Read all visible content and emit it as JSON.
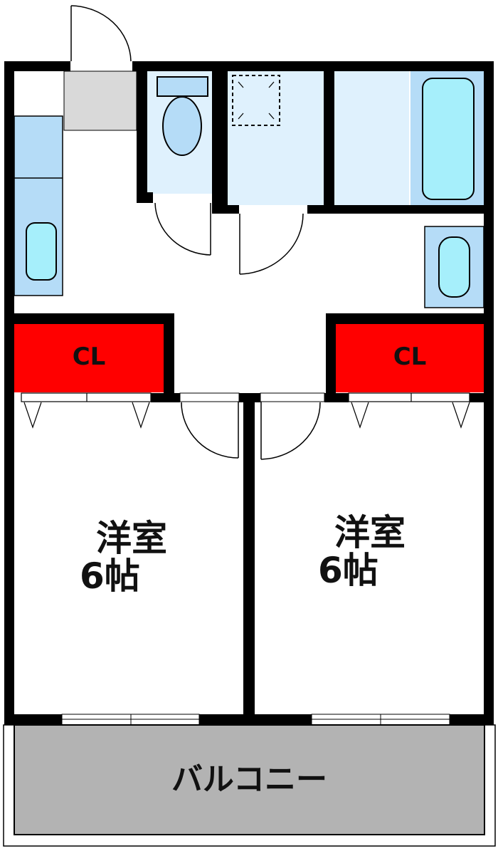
{
  "closets": [
    {
      "label": "CL"
    },
    {
      "label": "CL"
    }
  ],
  "rooms": [
    {
      "type": "洋室",
      "size": "6帖"
    },
    {
      "type": "洋室",
      "size": "6帖"
    }
  ],
  "balcony": {
    "label": "バルコニー"
  },
  "colors": {
    "wall": "#000000",
    "closet": "#ff0000",
    "wet_area": "#dff1fd",
    "fixture": "#b5dcf7",
    "basin": "#a6effb",
    "entry": "#d9d9d9",
    "balcony": "#b3b3b3"
  }
}
